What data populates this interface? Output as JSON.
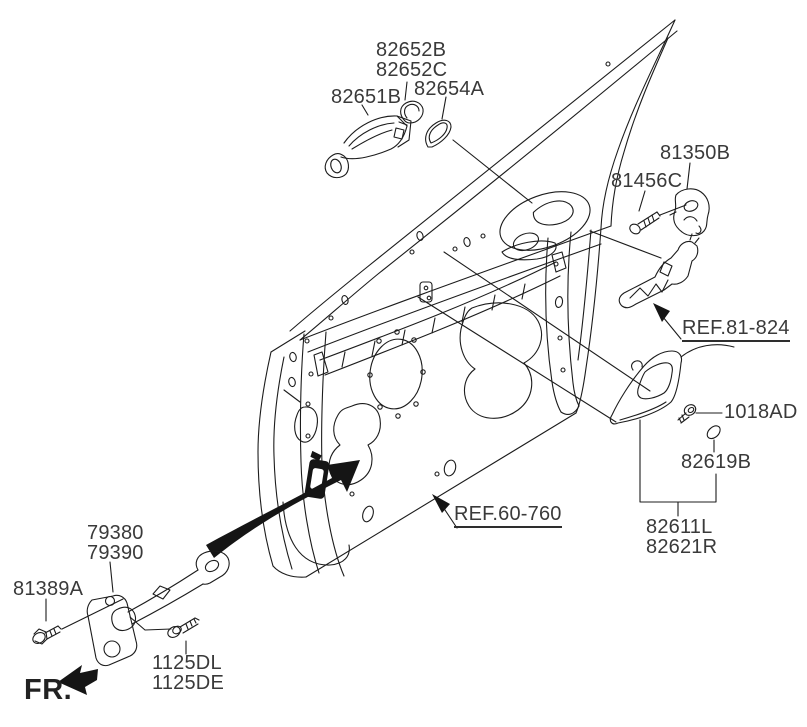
{
  "colors": {
    "background": "#ffffff",
    "line": "#1c1c1c",
    "text": "#3a3a3a",
    "solid_black": "#151515"
  },
  "labels": {
    "cover_upper": "82652B",
    "cover_lower": "82652C",
    "handle_pad": "82654A",
    "exterior_handle": "82651B",
    "key_lock_cylinder": "81350B",
    "cylinder_screw": "81456C",
    "ref_handle_base": "REF.81-824",
    "housing_screw": "1018AD",
    "hole_cap": "82619B",
    "interior_handle_lh": "82611L",
    "interior_handle_rh": "82621R",
    "ref_door_panel": "REF.60-760",
    "door_checker_upper": "79380",
    "door_checker_lower": "79390",
    "checker_bolt": "81389A",
    "checker_screw_upper": "1125DL",
    "checker_screw_lower": "1125DE",
    "front_direction": "FR."
  }
}
